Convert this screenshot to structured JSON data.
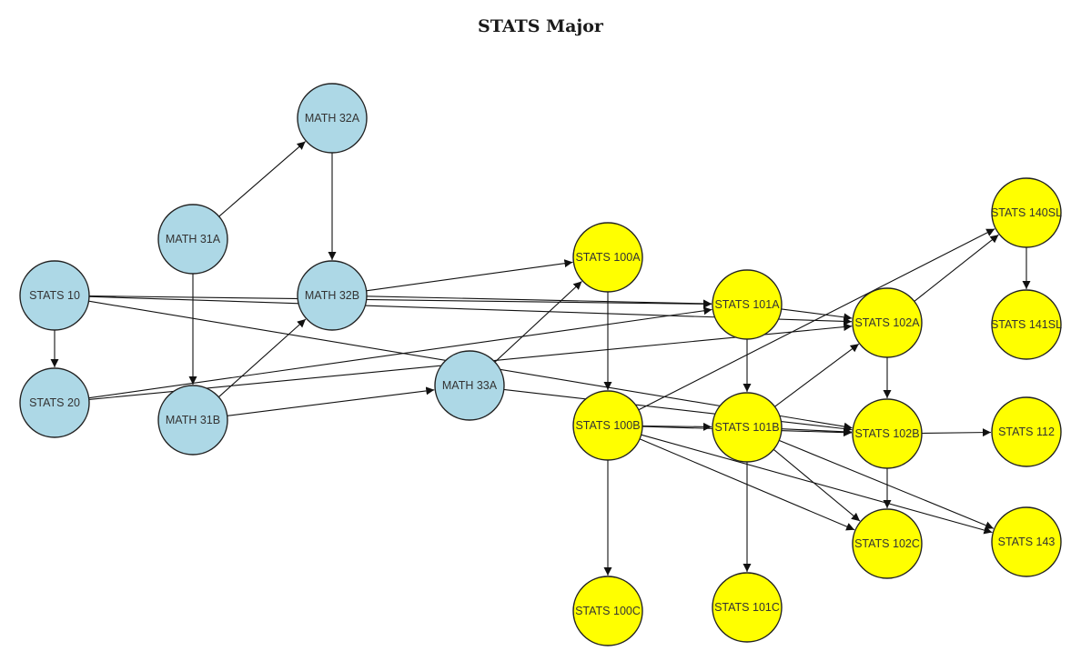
{
  "title": "STATS Major",
  "colors": {
    "math": "#add8e6",
    "stats": "#ffff00",
    "edge": "#111111"
  },
  "nodes": [
    {
      "id": "STATS 10",
      "label": "STATS 10",
      "group": "math"
    },
    {
      "id": "STATS 20",
      "label": "STATS 20",
      "group": "math"
    },
    {
      "id": "MATH 31A",
      "label": "MATH 31A",
      "group": "math"
    },
    {
      "id": "MATH 31B",
      "label": "MATH 31B",
      "group": "math"
    },
    {
      "id": "MATH 32A",
      "label": "MATH 32A",
      "group": "math"
    },
    {
      "id": "MATH 32B",
      "label": "MATH 32B",
      "group": "math"
    },
    {
      "id": "MATH 33A",
      "label": "MATH 33A",
      "group": "math"
    },
    {
      "id": "STATS 100A",
      "label": "STATS 100A",
      "group": "stats"
    },
    {
      "id": "STATS 100B",
      "label": "STATS 100B",
      "group": "stats"
    },
    {
      "id": "STATS 100C",
      "label": "STATS 100C",
      "group": "stats"
    },
    {
      "id": "STATS 101A",
      "label": "STATS 101A",
      "group": "stats"
    },
    {
      "id": "STATS 101B",
      "label": "STATS 101B",
      "group": "stats"
    },
    {
      "id": "STATS 101C",
      "label": "STATS 101C",
      "group": "stats"
    },
    {
      "id": "STATS 102A",
      "label": "STATS 102A",
      "group": "stats"
    },
    {
      "id": "STATS 102B",
      "label": "STATS 102B",
      "group": "stats"
    },
    {
      "id": "STATS 102C",
      "label": "STATS 102C",
      "group": "stats"
    },
    {
      "id": "STATS 140SL",
      "label": "STATS 140SL",
      "group": "stats"
    },
    {
      "id": "STATS 141SL",
      "label": "STATS 141SL",
      "group": "stats"
    },
    {
      "id": "STATS 112",
      "label": "STATS 112",
      "group": "stats"
    },
    {
      "id": "STATS 143",
      "label": "STATS 143",
      "group": "stats"
    }
  ],
  "edges": [
    {
      "from": "STATS 10",
      "to": "STATS 20"
    },
    {
      "from": "STATS 10",
      "to": "STATS 101A"
    },
    {
      "from": "STATS 10",
      "to": "STATS 102A"
    },
    {
      "from": "STATS 10",
      "to": "STATS 102B"
    },
    {
      "from": "STATS 20",
      "to": "STATS 101A"
    },
    {
      "from": "STATS 20",
      "to": "STATS 102A"
    },
    {
      "from": "MATH 31A",
      "to": "MATH 32A"
    },
    {
      "from": "MATH 31A",
      "to": "MATH 31B"
    },
    {
      "from": "MATH 32A",
      "to": "MATH 32B"
    },
    {
      "from": "MATH 31B",
      "to": "MATH 32B"
    },
    {
      "from": "MATH 31B",
      "to": "MATH 33A"
    },
    {
      "from": "MATH 32B",
      "to": "STATS 100A"
    },
    {
      "from": "MATH 32B",
      "to": "STATS 101A"
    },
    {
      "from": "MATH 33A",
      "to": "STATS 100A"
    },
    {
      "from": "MATH 33A",
      "to": "STATS 102B"
    },
    {
      "from": "STATS 100A",
      "to": "STATS 100B"
    },
    {
      "from": "STATS 100B",
      "to": "STATS 100C"
    },
    {
      "from": "STATS 100B",
      "to": "STATS 101B"
    },
    {
      "from": "STATS 100B",
      "to": "STATS 102B"
    },
    {
      "from": "STATS 100B",
      "to": "STATS 102C"
    },
    {
      "from": "STATS 100B",
      "to": "STATS 143"
    },
    {
      "from": "STATS 100B",
      "to": "STATS 140SL"
    },
    {
      "from": "STATS 101A",
      "to": "STATS 101B"
    },
    {
      "from": "STATS 101A",
      "to": "STATS 102A"
    },
    {
      "from": "STATS 101B",
      "to": "STATS 101C"
    },
    {
      "from": "STATS 101B",
      "to": "STATS 102B"
    },
    {
      "from": "STATS 101B",
      "to": "STATS 102C"
    },
    {
      "from": "STATS 101B",
      "to": "STATS 143"
    },
    {
      "from": "STATS 101B",
      "to": "STATS 102A"
    },
    {
      "from": "STATS 102A",
      "to": "STATS 102B"
    },
    {
      "from": "STATS 102A",
      "to": "STATS 140SL"
    },
    {
      "from": "STATS 102B",
      "to": "STATS 102C"
    },
    {
      "from": "STATS 102B",
      "to": "STATS 112"
    },
    {
      "from": "STATS 140SL",
      "to": "STATS 141SL"
    }
  ]
}
